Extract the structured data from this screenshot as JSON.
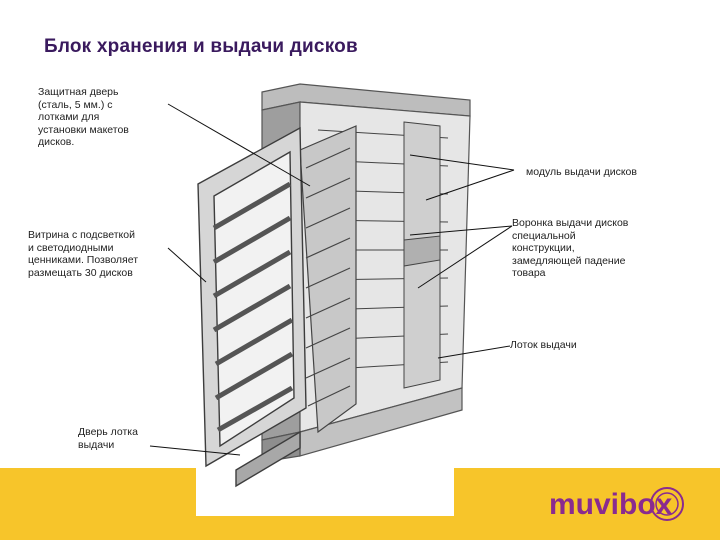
{
  "title": "Блок хранения и выдачи дисков",
  "labels": {
    "door": "Защитная дверь\n(сталь, 5 мм.) с\nлотками для\nустановки макетов\nдисков.",
    "module": "модуль выдачи дисков",
    "showcase": "Витрина с подсветкой\nи светодиодными\nценниками. Позволяет\nразмещать 30 дисков",
    "funnel": "Воронка выдачи дисков\nспециальной\nконструкции,\nзамедляющей падение\nтовара",
    "tray": "Лоток выдачи",
    "tray_door": "Дверь лотка\nвыдачи"
  },
  "logo": {
    "text": "muvibox",
    "color": "#8a2b8f",
    "accent": "#f7c52a"
  },
  "colors": {
    "footer": "#f7c52a",
    "title": "#3a1a5e"
  }
}
